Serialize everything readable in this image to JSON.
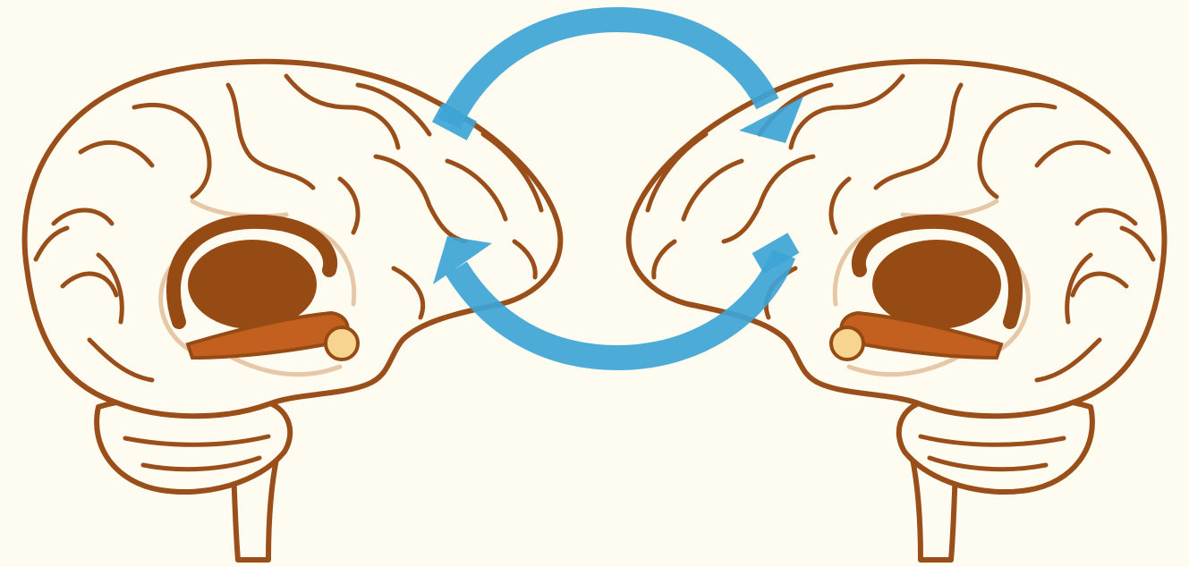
{
  "colors": {
    "background": "#fefcf0",
    "brain_outline": "#9a4f1a",
    "deep_structures": "#974b14",
    "hippocampus": "#c4601f",
    "amygdala": "#f7d490",
    "arrow": "#3ea4d6"
  },
  "figure": {
    "elements": [
      "left-brain-illustration",
      "right-brain-illustration",
      "circular-blue-arrow"
    ]
  }
}
